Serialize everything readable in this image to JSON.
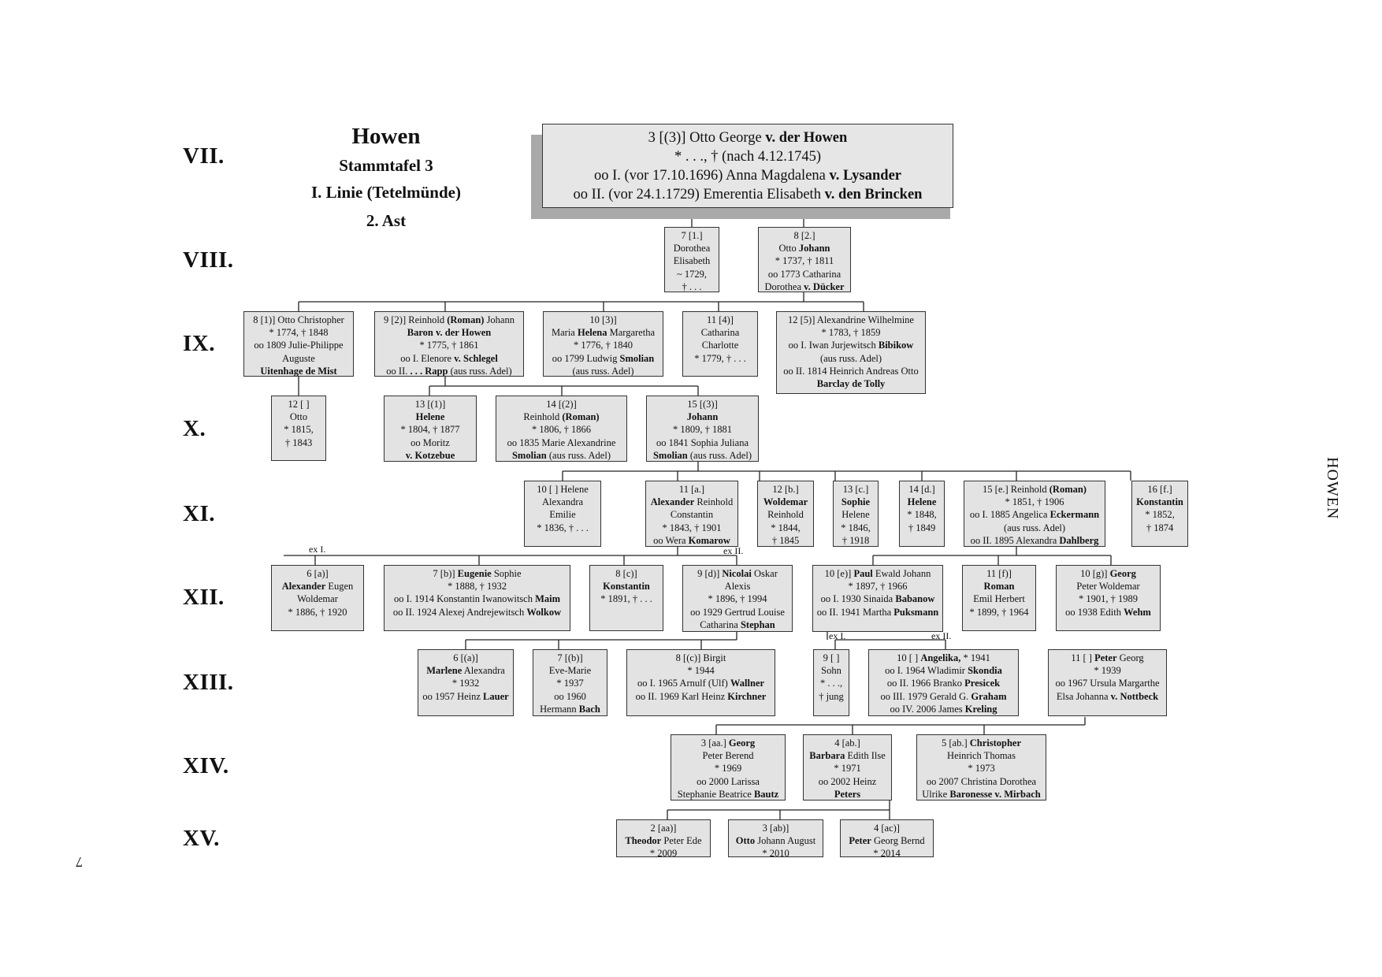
{
  "title": {
    "l1": "Howen",
    "l2": "Stammtafel  3",
    "l3": "I. Linie (Tetelmünde)",
    "l4": "2. Ast"
  },
  "generations": [
    "VII.",
    "VIII.",
    "IX.",
    "X.",
    "XI.",
    "XII.",
    "XIII.",
    "XIV.",
    "XV."
  ],
  "side_label": "HOWEN",
  "page_number": "7",
  "ex_labels": {
    "a": "ex I.",
    "b": "ex II.",
    "c": "ex I.",
    "d": "ex II."
  },
  "nodes": {
    "n3": [
      "3  [(3)]   Otto George **v. der Howen**",
      "*  . . .,    † (nach 4.12.1745)",
      "oo I. (vor 17.10.1696) Anna Magdalena **v. Lysander**",
      "oo II. (vor 24.1.1729) Emerentia Elisabeth **v. den Brincken**"
    ],
    "n7a": [
      "7  [1.]",
      "Dorothea",
      "Elisabeth",
      "~ 1729,",
      "† . . ."
    ],
    "n8a": [
      "8  [2.]",
      "Otto **Johann**",
      "*  1737,  † 1811",
      "oo  1773 Catharina",
      "Dorothea  **v. Dücker**"
    ],
    "n8b": [
      "8  [1)]  Otto Christopher",
      "*  1774,   † 1848",
      "oo  1809 Julie-Philippe",
      "Auguste",
      "**Uitenhage de Mist**"
    ],
    "n9b": [
      "9  [2)]  Reinhold **(Roman)** Johann",
      "**Baron v. der Howen**",
      "*  1775,   † 1861",
      "oo I.  Elenore **v. Schlegel**",
      "oo II.  **. . .  Rapp** (aus russ. Adel)"
    ],
    "n10b": [
      "10  [3)]",
      "Maria **Helena** Margaretha",
      "*  1776,   † 1840",
      "oo  1799 Ludwig **Smolian**",
      "(aus russ. Adel)"
    ],
    "n11b": [
      "11  [4)]",
      "Catharina",
      "Charlotte",
      "*  1779,   † . . ."
    ],
    "n12b": [
      "12  [5)]  Alexandrine Wilhelmine",
      "*  1783,   † 1859",
      "oo  I. Iwan Jurjewitsch **Bibikow**",
      "(aus russ. Adel)",
      "oo II. 1814 Heinrich Andreas Otto",
      "**Barclay de Tolly**"
    ],
    "n12c": [
      "12  [  ]",
      "Otto",
      "* 1815,",
      "† 1843"
    ],
    "n13c": [
      "13  [(1)]",
      "**Helene**",
      "*  1804,   † 1877",
      "oo  Moritz",
      "**v. Kotzebue**"
    ],
    "n14c": [
      "14  [(2)]",
      "Reinhold **(Roman)**",
      "*  1806,   † 1866",
      "oo  1835 Marie Alexandrine",
      "**Smolian** (aus russ. Adel)"
    ],
    "n15c": [
      "15  [(3)]",
      "**Johann**",
      "*  1809,   † 1881",
      "oo  1841 Sophia Juliana",
      "**Smolian** (aus russ. Adel)"
    ],
    "n10d": [
      "10  [  ]  Helene",
      "Alexandra",
      "Emilie",
      "* 1836,   † . . ."
    ],
    "n11d": [
      "11  [a.]",
      "**Alexander** Reinhold",
      "Constantin",
      "*  1843,   † 1901",
      "oo  Wera **Komarow**"
    ],
    "n12d": [
      "12  [b.]",
      "**Woldemar**",
      "Reinhold",
      "*  1844,",
      "† 1845"
    ],
    "n13d": [
      "13  [c.]",
      "**Sophie**",
      "Helene",
      "*  1846,",
      "† 1918"
    ],
    "n14d": [
      "14  [d.]",
      "**Helene**",
      "*  1848,",
      "† 1849"
    ],
    "n15d": [
      "15  [e.] Reinhold **(Roman)**",
      "*  1851,   † 1906",
      "oo I. 1885 Angelica **Eckermann**",
      "(aus russ. Adel)",
      "oo II. 1895 Alexandra **Dahlberg**"
    ],
    "n16d": [
      "16  [f.]",
      "**Konstantin**",
      "*  1852,",
      "† 1874"
    ],
    "n6e": [
      "6  [a)]",
      "**Alexander** Eugen",
      "Woldemar",
      "*  1886,   † 1920"
    ],
    "n7e": [
      "7  [b)]   **Eugenie** Sophie",
      "*  1888,   † 1932",
      "oo I. 1914 Konstantin Iwanowitsch **Maim**",
      "oo II. 1924 Alexej Andrejewitsch **Wolkow**"
    ],
    "n8e": [
      "8  [c)]",
      "**Konstantin**",
      "*  1891,   † . . ."
    ],
    "n9e": [
      "9  [d)]   **Nicolai** Oskar",
      "Alexis",
      "*  1896,   † 1994",
      "oo 1929 Gertrud Louise",
      "Catharina **Stephan**"
    ],
    "n10e": [
      "10  [e)]    **Paul** Ewald Johann",
      "*  1897,   † 1966",
      "oo I. 1930 Sinaida **Babanow**",
      "oo II. 1941 Martha **Puksmann**"
    ],
    "n11e": [
      "11  [f)]",
      "**Roman**",
      "Emil Herbert",
      "*  1899,   † 1964"
    ],
    "n10ge": [
      "10  [g)]   **Georg**",
      "Peter Woldemar",
      "*  1901,   † 1989",
      "oo 1938 Edith **Wehm**"
    ],
    "n6f": [
      "6  [(a)]",
      "**Marlene** Alexandra",
      "*  1932",
      "oo 1957 Heinz **Lauer**"
    ],
    "n7f": [
      "7  [(b)]",
      "Eve-Marie",
      "*  1937",
      "oo 1960",
      "Hermann  **Bach**"
    ],
    "n8f": [
      "8  [(c)]   Birgit",
      "*  1944",
      "oo I. 1965 Arnulf (Ulf) **Wallner**",
      "oo II. 1969 Karl Heinz  **Kirchner**"
    ],
    "n9f": [
      "9  [  ]",
      "Sohn",
      "*  . . .,",
      "† jung"
    ],
    "n10f": [
      "10  [  ]    **Angelika,**   *  1941",
      "oo I. 1964 Wladimir **Skondia**",
      "oo II. 1966 Branko  **Presicek**",
      "oo III. 1979 Gerald G. **Graham**",
      "oo IV. 2006 James **Kreling**"
    ],
    "n11f": [
      "11  [  ]     **Peter** Georg",
      "*  1939",
      "oo 1967 Ursula Margarthe",
      "Elsa Johanna  **v. Nottbeck**"
    ],
    "n3g": [
      "3  [aa.]   **Georg**",
      "Peter Berend",
      "*  1969",
      "oo 2000 Larissa",
      "Stephanie Beatrice **Bautz**"
    ],
    "n4g": [
      "4  [ab.]",
      "**Barbara** Edith Ilse",
      "*  1971",
      "oo 2002 Heinz",
      "**Peters**"
    ],
    "n5g": [
      "5  [ab.] **Christopher**",
      "Heinrich Thomas",
      "*  1973",
      "oo 2007 Christina Dorothea",
      "Ulrike **Baronesse v. Mirbach**"
    ],
    "n2h": [
      "2  [aa)]",
      "**Theodor** Peter Ede",
      "*  2009"
    ],
    "n3h": [
      "3  [ab)]",
      "**Otto** Johann August",
      "*  2010"
    ],
    "n4h": [
      "4  [ac)]",
      "**Peter** Georg Bernd",
      "*  2014"
    ]
  }
}
